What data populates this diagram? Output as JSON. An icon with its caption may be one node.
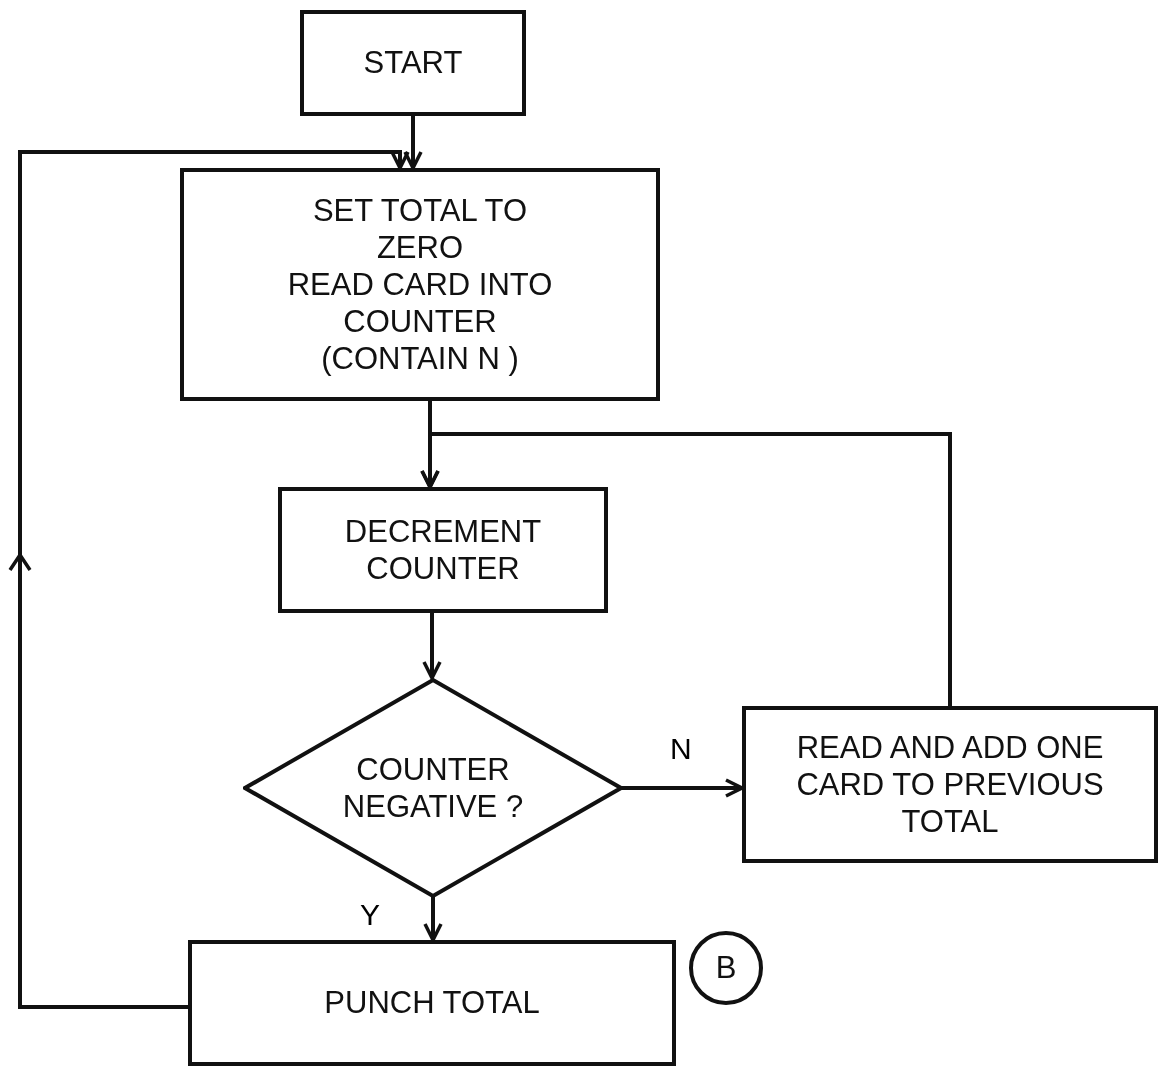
{
  "diagram": {
    "nodes": [
      {
        "text": [
          "START"
        ]
      },
      {
        "text": [
          "SET TOTAL TO ZERO",
          "READ CARD INTO COUNTER (CONTAIN N )"
        ]
      },
      {
        "text": [
          "DECREMENT COUNTER"
        ]
      },
      {
        "text": [
          "COUNTER NEGATIVE ?"
        ]
      },
      {
        "text": [
          "READ AND ADD ONE CARD TO PREVIOUS TOTAL"
        ]
      },
      {
        "text": [
          "PUNCH TOTAL"
        ]
      },
      {
        "text": [
          "B"
        ]
      }
    ],
    "edges": [
      {
        "from": 0,
        "to": 1,
        "arrow": "to"
      },
      {
        "from": 1,
        "to": 2,
        "arrow": "to"
      },
      {
        "from": 2,
        "to": 3,
        "arrow": "to"
      },
      {
        "from": 3,
        "to": 4,
        "arrow": "to",
        "label": "N"
      },
      {
        "from": 3,
        "to": 5,
        "arrow": "to",
        "label": "Y"
      },
      {
        "from": 4,
        "to": 2,
        "arrow": "to"
      },
      {
        "from": 5,
        "to": 1,
        "arrow": "to"
      }
    ]
  }
}
